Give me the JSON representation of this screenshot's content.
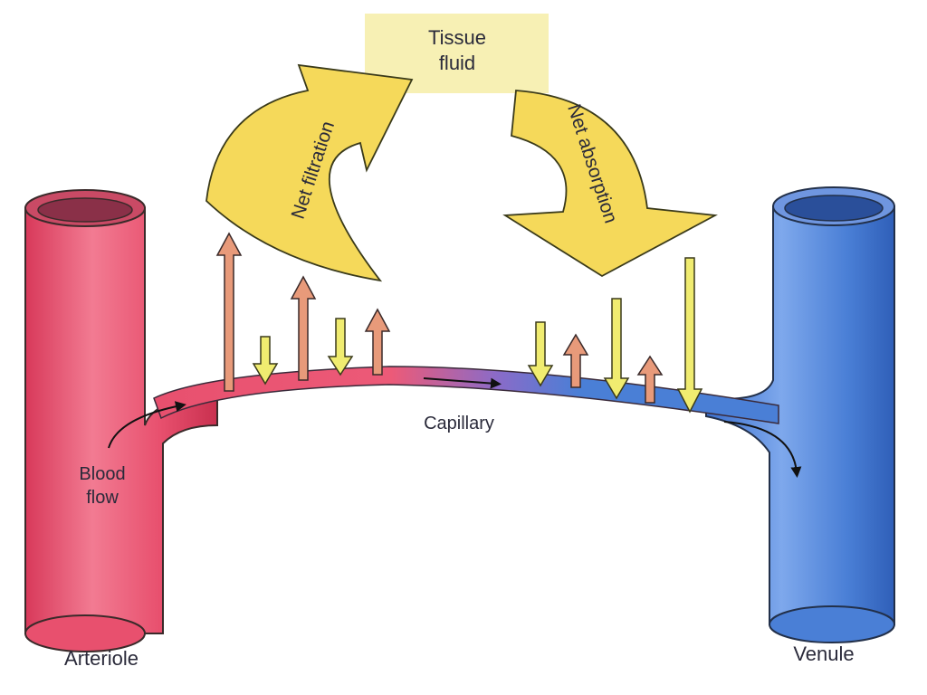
{
  "labels": {
    "tissue_fluid_line1": "Tissue",
    "tissue_fluid_line2": "fluid",
    "net_filtration": "Net filtration",
    "net_absorption": "Net absorption",
    "capillary": "Capillary",
    "blood_flow_line1": "Blood",
    "blood_flow_line2": "flow",
    "arteriole": "Arteriole",
    "venule": "Venule"
  },
  "colors": {
    "arteriole": "#e8506e",
    "venule": "#4a7fd6",
    "tissue_fluid_box": "#f7f0b4",
    "big_arrow": "#f5d95a",
    "outward_arrow": "#e89a7a",
    "inward_arrow": "#f0ec70"
  }
}
